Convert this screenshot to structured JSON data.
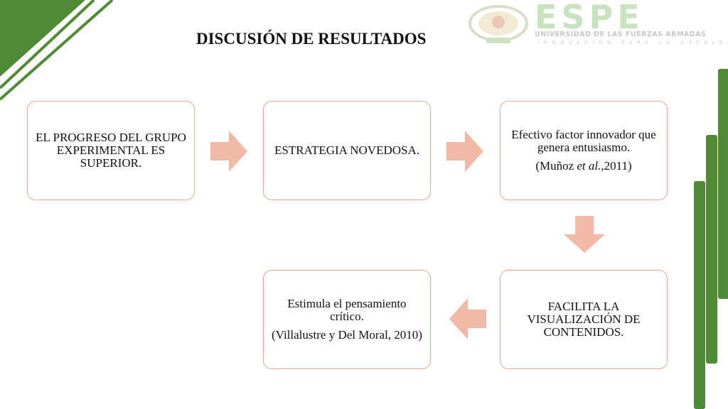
{
  "title": "DISCUSIÓN DE RESULTADOS",
  "logo": {
    "name": "ESPE",
    "line1": "UNIVERSIDAD DE LAS FUERZAS ARMADAS",
    "line2": "INNOVACIÓN PARA LA EXCELENCIA"
  },
  "steps": [
    {
      "text": "EL PROGRESO DEL GRUPO EXPERIMENTAL ES SUPERIOR."
    },
    {
      "text": "ESTRATEGIA NOVEDOSA."
    },
    {
      "text": "Efectivo factor innovador que genera entusiasmo.",
      "cite_prefix": "(Muñoz ",
      "cite_em": "et al.",
      "cite_suffix": ",2011)"
    },
    {
      "text": "FACILITA LA VISUALIZACIÓN DE CONTENIDOS."
    },
    {
      "text": "Estimula el pensamiento crítico.",
      "cite": "(Villalustre y Del Moral, 2010)"
    }
  ],
  "colors": {
    "accent_green": "#4f8a34",
    "box_border": "#e6a98f",
    "arrow_fill": "#f2b9a6"
  }
}
